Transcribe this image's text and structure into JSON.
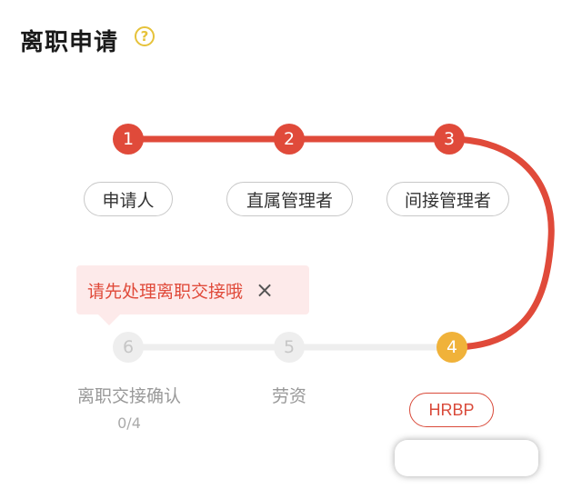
{
  "page": {
    "title": "离职申请",
    "help_icon": "?"
  },
  "steps": [
    {
      "number": "1",
      "label": "申请人",
      "status": "done"
    },
    {
      "number": "2",
      "label": "直属管理者",
      "status": "done"
    },
    {
      "number": "3",
      "label": "间接管理者",
      "status": "done"
    },
    {
      "number": "4",
      "label": "HRBP",
      "status": "current"
    },
    {
      "number": "5",
      "label": "劳资",
      "status": "pending"
    },
    {
      "number": "6",
      "label": "离职交接确认",
      "sub": "0/4",
      "status": "pending"
    }
  ],
  "toast": {
    "message": "请先处理离职交接哦",
    "close_icon": "×"
  },
  "colors": {
    "done": "#e04a3a",
    "current": "#f0b23a",
    "pending": "#eeeeee"
  }
}
